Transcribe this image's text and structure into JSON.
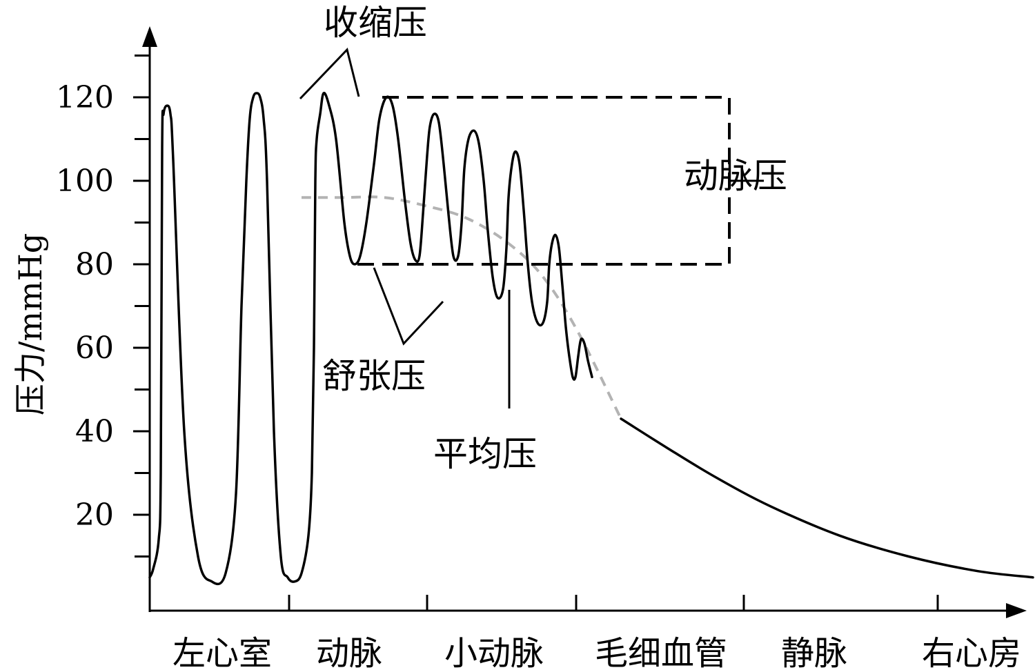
{
  "chart_data": {
    "type": "line",
    "ylabel": "压力/mmHg",
    "xlabel": "",
    "ylim": [
      0,
      130
    ],
    "yticks": [
      20,
      40,
      60,
      80,
      100,
      120
    ],
    "regions": [
      "左心室",
      "动脉",
      "小动脉",
      "毛细血管",
      "静脉",
      "右心房"
    ],
    "series": [
      {
        "points": [
          [
            0.0,
            5
          ],
          [
            0.05,
            7
          ],
          [
            0.13,
            14
          ],
          [
            0.16,
            30
          ],
          [
            0.18,
            108
          ],
          [
            0.2,
            116
          ],
          [
            0.25,
            118
          ],
          [
            0.3,
            116
          ],
          [
            0.34,
            105
          ],
          [
            0.5,
            40
          ],
          [
            0.7,
            10
          ],
          [
            0.9,
            4
          ],
          [
            1.1,
            6
          ],
          [
            1.25,
            25
          ],
          [
            1.33,
            70
          ],
          [
            1.4,
            100
          ],
          [
            1.45,
            115
          ],
          [
            1.5,
            120
          ],
          [
            1.55,
            121
          ],
          [
            1.6,
            120
          ],
          [
            1.65,
            115
          ],
          [
            1.7,
            100
          ],
          [
            1.8,
            40
          ],
          [
            1.9,
            10
          ],
          [
            2.0,
            5
          ],
          [
            2.1,
            4
          ],
          [
            2.2,
            6
          ],
          [
            2.3,
            15
          ],
          [
            2.35,
            30
          ],
          [
            2.38,
            60
          ],
          [
            2.4,
            100
          ],
          [
            2.42,
            110
          ],
          [
            2.47,
            116
          ],
          [
            2.52,
            121
          ],
          [
            2.6,
            118
          ],
          [
            2.7,
            110
          ],
          [
            2.82,
            90
          ],
          [
            2.9,
            82
          ],
          [
            2.97,
            80
          ],
          [
            3.05,
            82
          ],
          [
            3.14,
            90
          ],
          [
            3.25,
            104
          ],
          [
            3.33,
            115
          ],
          [
            3.43,
            120
          ],
          [
            3.52,
            118
          ],
          [
            3.6,
            110
          ],
          [
            3.7,
            95
          ],
          [
            3.78,
            85
          ],
          [
            3.85,
            81
          ],
          [
            3.91,
            82
          ],
          [
            3.96,
            92
          ],
          [
            4.02,
            106
          ],
          [
            4.06,
            113
          ],
          [
            4.12,
            116
          ],
          [
            4.19,
            114
          ],
          [
            4.26,
            104
          ],
          [
            4.33,
            92
          ],
          [
            4.4,
            82
          ],
          [
            4.47,
            82
          ],
          [
            4.52,
            90
          ],
          [
            4.56,
            103
          ],
          [
            4.62,
            110
          ],
          [
            4.7,
            112
          ],
          [
            4.77,
            109
          ],
          [
            4.84,
            100
          ],
          [
            4.9,
            88
          ],
          [
            4.97,
            77
          ],
          [
            5.04,
            72
          ],
          [
            5.12,
            74
          ],
          [
            5.17,
            84
          ],
          [
            5.2,
            96
          ],
          [
            5.25,
            104
          ],
          [
            5.3,
            107
          ],
          [
            5.36,
            104
          ],
          [
            5.42,
            93
          ],
          [
            5.48,
            80
          ],
          [
            5.54,
            71
          ],
          [
            5.62,
            66
          ],
          [
            5.7,
            66
          ],
          [
            5.76,
            71
          ],
          [
            5.79,
            80
          ],
          [
            5.83,
            85
          ],
          [
            5.88,
            87
          ],
          [
            5.93,
            84
          ],
          [
            5.98,
            75
          ],
          [
            6.03,
            65
          ],
          [
            6.08,
            58
          ],
          [
            6.13,
            53
          ],
          [
            6.17,
            53
          ],
          [
            6.21,
            58
          ],
          [
            6.25,
            62
          ],
          [
            6.3,
            61
          ],
          [
            6.35,
            57
          ],
          [
            6.41,
            53
          ]
        ]
      },
      {
        "points": [
          [
            6.83,
            43
          ],
          [
            7.5,
            36
          ],
          [
            8.2,
            29
          ],
          [
            9.0,
            22
          ],
          [
            10.0,
            15
          ],
          [
            11.0,
            10
          ],
          [
            12.0,
            6.5
          ],
          [
            12.8,
            5
          ]
        ]
      }
    ],
    "mean_pressure_dashed": [
      [
        2.2,
        96
      ],
      [
        2.8,
        96
      ],
      [
        3.4,
        96
      ],
      [
        4.0,
        94
      ],
      [
        4.6,
        91
      ],
      [
        5.2,
        85
      ],
      [
        5.7,
        77
      ],
      [
        6.2,
        64
      ],
      [
        6.83,
        43
      ]
    ],
    "bracket": {
      "x_start": 2.97,
      "x_end": 8.4,
      "y_low": 80,
      "y_high": 120,
      "tick_x_end": 8.9,
      "y_mid": 100
    },
    "annotations": {
      "systolic": "收缩压",
      "diastolic": "舒张压",
      "mean": "平均压",
      "arterial": "动脉压"
    }
  }
}
